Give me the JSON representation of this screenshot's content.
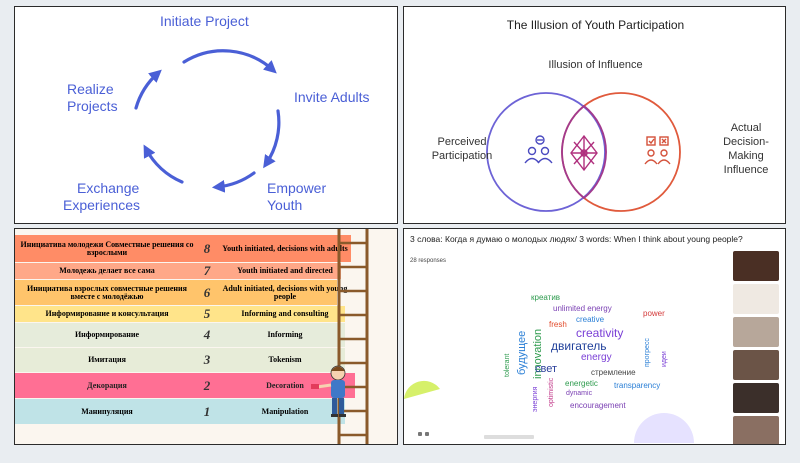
{
  "cycle": {
    "steps": [
      "Initiate Project",
      "Invite Adults",
      "Empower Youth",
      "Exchange Experiences",
      "Realize Projects"
    ],
    "lines": {
      "invite": "Invite Adults",
      "empower1": "Empower",
      "empower2": "Youth",
      "exchange1": "Exchange",
      "exchange2": "Experiences",
      "realize1": "Realize",
      "realize2": "Projects"
    },
    "color": "#4a5fd6"
  },
  "venn": {
    "title": "The Illusion of Youth Participation",
    "center_label": "Illusion of Influence",
    "left_label_1": "Perceived",
    "left_label_2": "Participation",
    "right_label_1": "Actual",
    "right_label_2": "Decision-",
    "right_label_3": "Making",
    "right_label_4": "Influence",
    "colors": {
      "left": "#6d63d6",
      "right": "#e05a3c",
      "center": "#a23a8e"
    },
    "icons": [
      "people-icon",
      "network-icon",
      "decision-people-icon"
    ]
  },
  "ladder": {
    "rungs": [
      {
        "num": "8",
        "ru": "Инициатива молодежи Совместные решения со взрослыми",
        "en": "Youth initiated, decisions with adults",
        "color": "#ff8c66"
      },
      {
        "num": "7",
        "ru": "Молодежь делает все сама",
        "en": "Youth initiated and directed",
        "color": "#ffa888"
      },
      {
        "num": "6",
        "ru": "Инициатива взрослых совместные решения вместе с молодёжью",
        "en": "Adult initiated, decisions with young people",
        "color": "#ffc46b"
      },
      {
        "num": "5",
        "ru": "Информирование и консультация",
        "en": "Informing and consulting",
        "color": "#ffe48a"
      },
      {
        "num": "4",
        "ru": "Информирование",
        "en": "Informing",
        "color": "#e6ecdb"
      },
      {
        "num": "3",
        "ru": "Имитация",
        "en": "Tokenism",
        "color": "#e7ecd8"
      },
      {
        "num": "2",
        "ru": "Декорация",
        "en": "Decoration",
        "color": "#ff6f94"
      },
      {
        "num": "1",
        "ru": "Манипуляция",
        "en": "Manipulation",
        "color": "#bfe3e7"
      }
    ]
  },
  "cloud": {
    "question": "3 слова: Когда я думаю о молодых людях/ 3 words: When I think about young people?",
    "responses": "28 responses",
    "words": {
      "kreativ": "креатив",
      "unlimited": "unlimited energy",
      "creative": "creative",
      "power": "power",
      "fresh": "fresh",
      "creativity": "creativity",
      "buduschee": "будущее",
      "innovation": "innovation",
      "dvigatel": "двигатель",
      "energy": "energy",
      "progress": "прогресс",
      "idei": "идеи",
      "tolerant": "tolerant",
      "svet": "свет",
      "stremlenie": "стремление",
      "optimistic": "optimistic",
      "energetic": "energetic",
      "transparency": "transparency",
      "energiya": "энергия",
      "dynamic": "dynamic",
      "encouragement": "encouragement"
    }
  }
}
